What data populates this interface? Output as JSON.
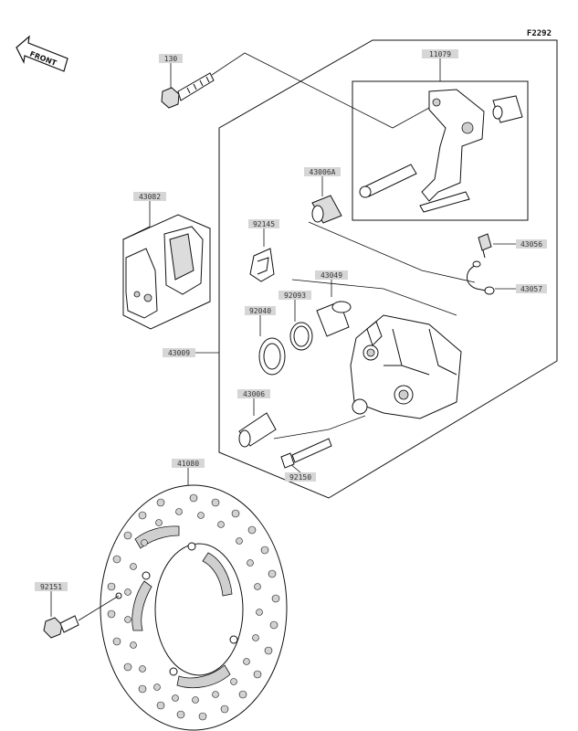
{
  "diagram_code": "F2292",
  "front_label": "FRONT",
  "part_numbers": {
    "p130": "130",
    "p11079": "11079",
    "p43082": "43082",
    "p43049": "43049",
    "p92093": "92093",
    "p92040": "92040",
    "p43009": "43009",
    "p43056": "43056",
    "p43057": "43057",
    "p41080": "41080",
    "p92151": "92151",
    "p92145": "92145",
    "p43006": "43006",
    "p92150": "92150",
    "p43006A": "43006A"
  }
}
